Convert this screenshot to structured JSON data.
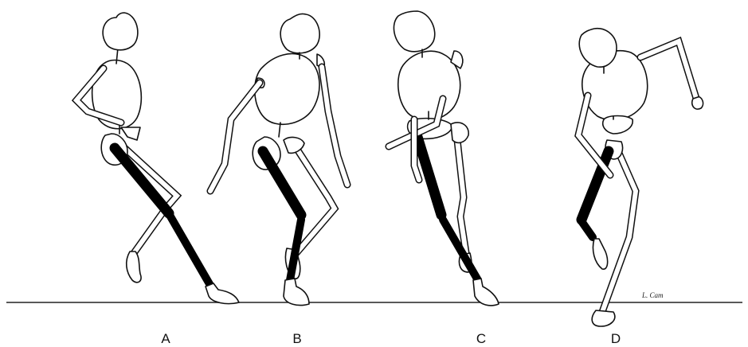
{
  "figure": {
    "panels": [
      {
        "label": "A"
      },
      {
        "label": "B"
      },
      {
        "label": "C"
      },
      {
        "label": "D"
      }
    ],
    "signature": "L. Cam"
  }
}
